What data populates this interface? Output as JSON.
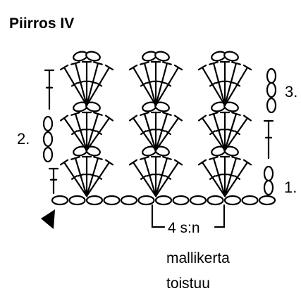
{
  "title": "Piirros IV",
  "row_labels": [
    "1.",
    "2.",
    "3."
  ],
  "repeat": {
    "count_label": "4 s:n",
    "line2": "mallikerta",
    "line3": "toistuu"
  },
  "start_marker": "triangle-arrow-icon",
  "ink_color": "#000000",
  "background_color": "#ffffff"
}
